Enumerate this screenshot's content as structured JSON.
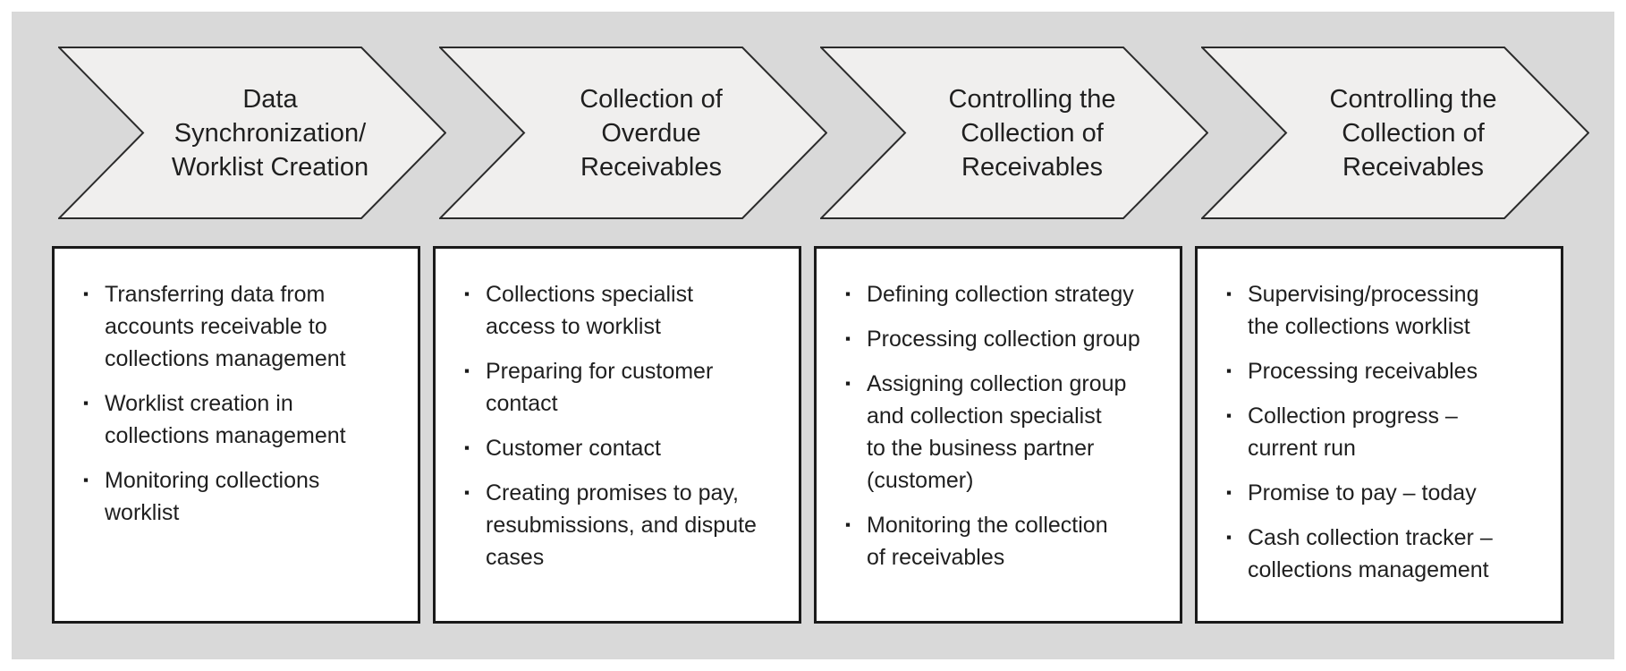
{
  "colors": {
    "page_margin": "#ffffff",
    "panel_background": "#d9d9d9",
    "chevron_fill": "#f0efee",
    "chevron_outline": "#2b2b2b",
    "box_background": "#ffffff",
    "box_border": "#1a1a1a",
    "text": "#1f1f1f"
  },
  "bullet_char": "▪",
  "stages": [
    {
      "title": "Data\nSynchronization/\nWorklist Creation",
      "items": [
        "Transferring data from\naccounts receivable to\ncollections management",
        "Worklist creation in\ncollections management",
        "Monitoring collections\nworklist"
      ]
    },
    {
      "title": "Collection of\nOverdue\nReceivables",
      "items": [
        "Collections specialist\naccess to worklist",
        "Preparing for customer\ncontact",
        "Customer contact",
        "Creating promises to pay,\nresubmissions, and dispute\ncases"
      ]
    },
    {
      "title": "Controlling the\nCollection of\nReceivables",
      "items": [
        "Defining collection strategy",
        "Processing collection group",
        "Assigning collection group\nand collection specialist\nto the business partner\n(customer)",
        "Monitoring the collection\nof receivables"
      ]
    },
    {
      "title": "Controlling the\nCollection of\nReceivables",
      "items": [
        "Supervising/processing\nthe collections worklist",
        "Processing receivables",
        "Collection progress –\ncurrent run",
        "Promise to pay – today",
        "Cash collection tracker –\ncollections management"
      ]
    }
  ]
}
